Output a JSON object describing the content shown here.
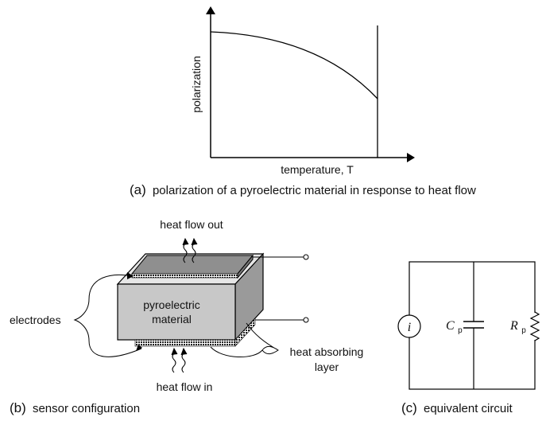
{
  "panel_a": {
    "y_axis_label": "polarization",
    "x_axis_label": "temperature, T",
    "caption_letter": "(a)",
    "caption_text": "polarization of a pyroelectric material in response to heat flow"
  },
  "panel_b": {
    "heat_flow_out": "heat flow out",
    "heat_flow_in": "heat flow in",
    "block_label_line1": "pyroelectric",
    "block_label_line2": "material",
    "electrodes": "electrodes",
    "absorbing_line1": "heat absorbing",
    "absorbing_line2": "layer",
    "caption_letter": "(b)",
    "caption_text": "sensor configuration"
  },
  "panel_c": {
    "source_symbol": "i",
    "cap_symbol": "C",
    "cap_sub": "p",
    "res_symbol": "R",
    "res_sub": "p",
    "caption_letter": "(c)",
    "caption_text": "equivalent circuit"
  },
  "colors": {
    "block_front": "#c8c8c8",
    "block_top": "#e6e6e6",
    "block_side": "#9a9a9a",
    "electrode": "#8f8f8f"
  }
}
